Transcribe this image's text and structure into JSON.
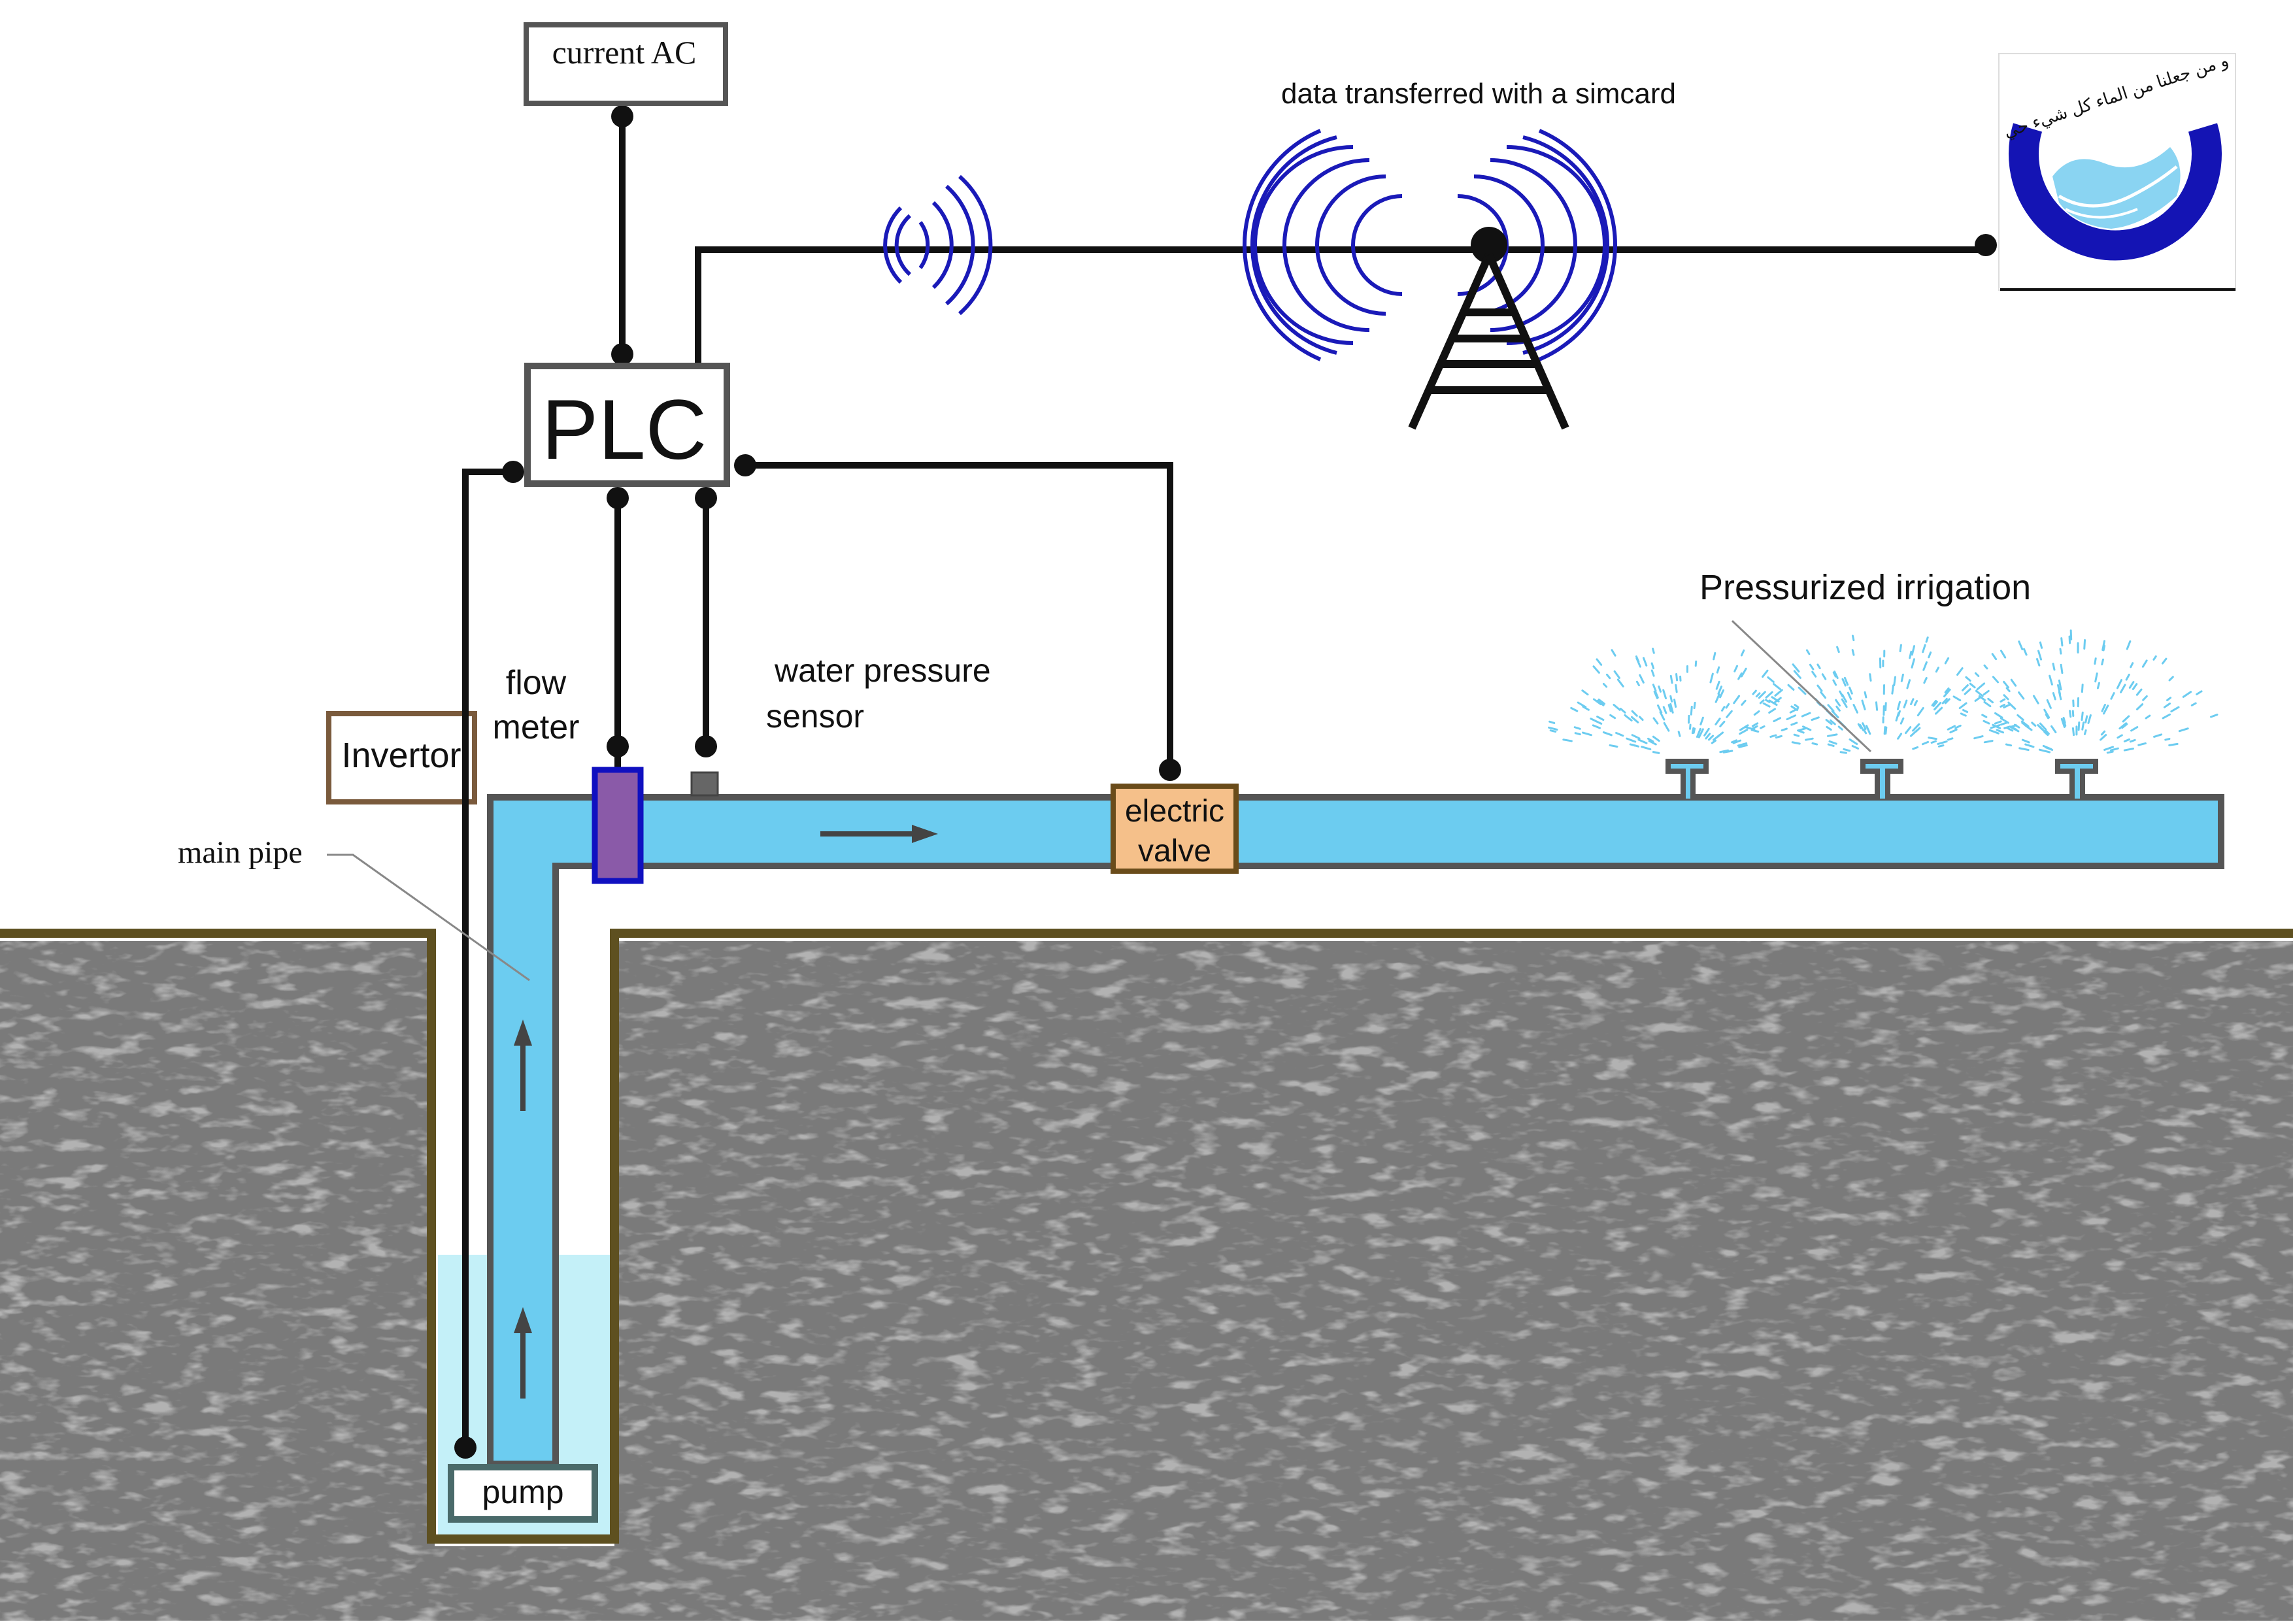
{
  "labels": {
    "current_ac": "current AC",
    "plc": "PLC",
    "invertor": "Invertor",
    "flow_meter_line1": "flow",
    "flow_meter_line2": "meter",
    "pressure_sensor_line1": "water pressure",
    "pressure_sensor_line2": "sensor",
    "electric_valve_line1": "electric",
    "electric_valve_line2": "valve",
    "main_pipe": "main pipe",
    "pump": "pump",
    "pressurized_irrigation": "Pressurized irrigation",
    "data_transfer": "data transferred with a simcard",
    "logo_text": "و من جعلنا من الماء كل شيء حي"
  },
  "colors": {
    "water": "#6cccf0",
    "pipe_outline": "#555555",
    "ground_outline": "#5e5020",
    "wire": "#111111",
    "signal": "#1a1ab8",
    "invertor_border": "#7a5a3c",
    "valve_fill": "#f5c08a",
    "valve_border": "#6a4c1a",
    "flow_meter_fill": "#8a5aa8",
    "flow_meter_border": "#1010c0",
    "logo_blue": "#1414b4"
  },
  "icons": {
    "tower": "radio-tower-icon",
    "signal": "wireless-signal-icon",
    "logo": "water-company-logo"
  }
}
